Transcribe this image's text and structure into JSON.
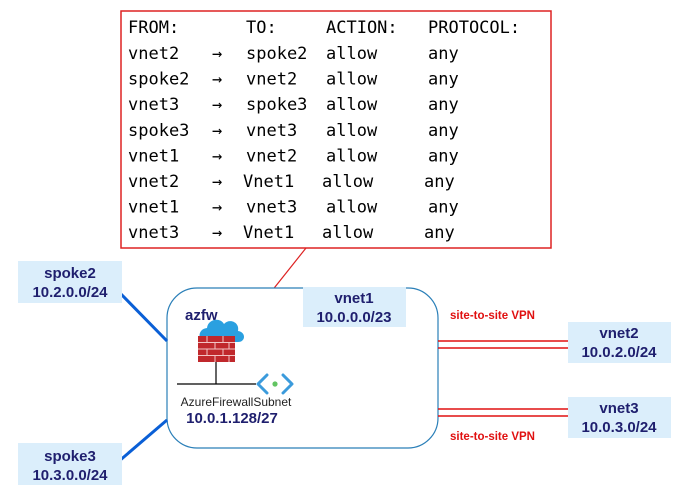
{
  "rules_table": {
    "headers": [
      "FROM:",
      "TO:",
      "ACTION:",
      "PROTOCOL:"
    ],
    "arrow_glyph": "→",
    "rows": [
      {
        "from": "vnet2",
        "to": "spoke2",
        "action": "allow",
        "protocol": "any"
      },
      {
        "from": "spoke2",
        "to": "vnet2",
        "action": "allow",
        "protocol": "any"
      },
      {
        "from": "vnet3",
        "to": "spoke3",
        "action": "allow",
        "protocol": "any"
      },
      {
        "from": "spoke3",
        "to": "vnet3",
        "action": "allow",
        "protocol": "any"
      },
      {
        "from": "vnet1",
        "to": "vnet2",
        "action": "allow",
        "protocol": "any"
      },
      {
        "from": "vnet2",
        "to": "Vnet1",
        "action": "allow",
        "protocol": "any"
      },
      {
        "from": "vnet1",
        "to": "vnet3",
        "action": "allow",
        "protocol": "any"
      },
      {
        "from": "vnet3",
        "to": "Vnet1",
        "action": "allow",
        "protocol": "any"
      }
    ]
  },
  "nodes": {
    "spoke2": {
      "name": "spoke2",
      "cidr": "10.2.0.0/24"
    },
    "spoke3": {
      "name": "spoke3",
      "cidr": "10.3.0.0/24"
    },
    "vnet1": {
      "name": "vnet1",
      "cidr": "10.0.0.0/23"
    },
    "vnet2": {
      "name": "vnet2",
      "cidr": "10.0.2.0/24"
    },
    "vnet3": {
      "name": "vnet3",
      "cidr": "10.0.3.0/24"
    }
  },
  "firewall": {
    "name": "azfw",
    "subnet_name": "AzureFirewallSubnet",
    "subnet_cidr": "10.0.1.128/27"
  },
  "links": {
    "vpn_top": "site-to-site VPN",
    "vpn_bottom": "site-to-site VPN"
  },
  "colors": {
    "border_red": "#dd2222",
    "link_blue": "#0a5fd6",
    "label_bg": "#dbeefb",
    "hub_border": "#2a7fb8",
    "text_navy": "#1f1f6e",
    "vpn_red": "#e01010"
  }
}
